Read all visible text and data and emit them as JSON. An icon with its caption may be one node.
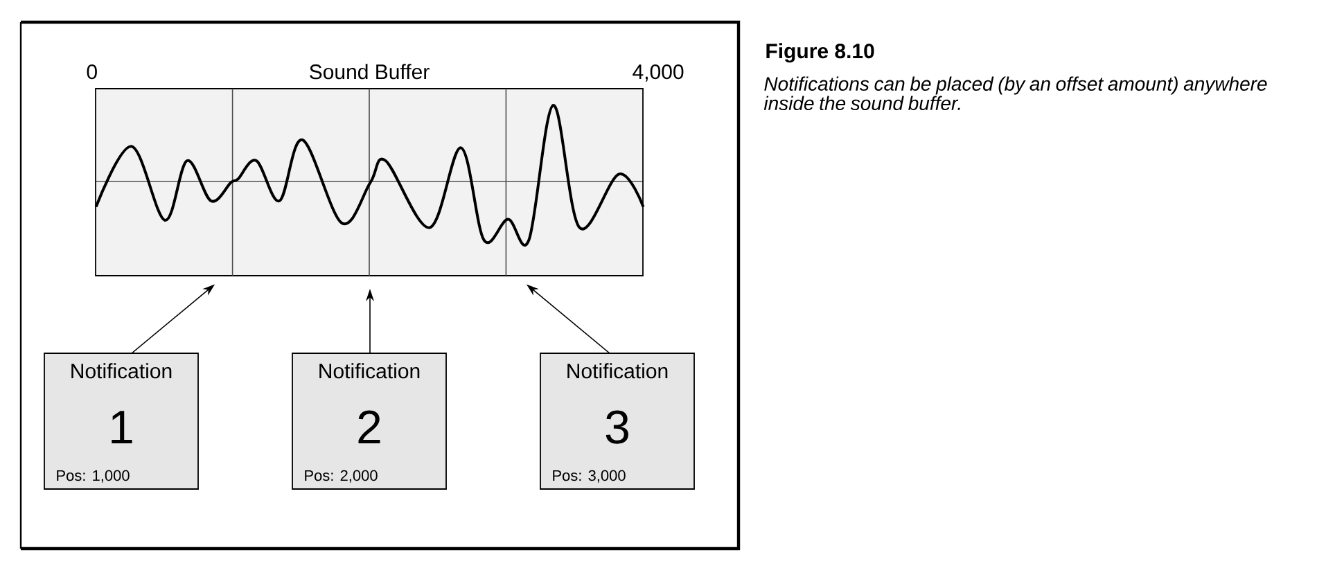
{
  "diagram": {
    "title": "Figure 8.10",
    "caption": "Notifications can be placed (by an offset amount) anywhere inside the sound buffer.",
    "nodes": [
      {
        "text": [
          "Sound Buffer"
        ]
      },
      {
        "text": [
          "Notification",
          "1",
          "Pos: 1,000"
        ]
      },
      {
        "text": [
          "Notification",
          "2",
          "Pos: 2,000"
        ]
      },
      {
        "text": [
          "Notification",
          "3",
          "Pos: 3,000"
        ]
      }
    ],
    "edges": [
      {
        "from": 1,
        "to": 0,
        "arrow": "to"
      },
      {
        "from": 2,
        "to": 0,
        "arrow": "to"
      },
      {
        "from": 3,
        "to": 0,
        "arrow": "to"
      }
    ],
    "labels": [
      "0",
      "4,000"
    ]
  }
}
